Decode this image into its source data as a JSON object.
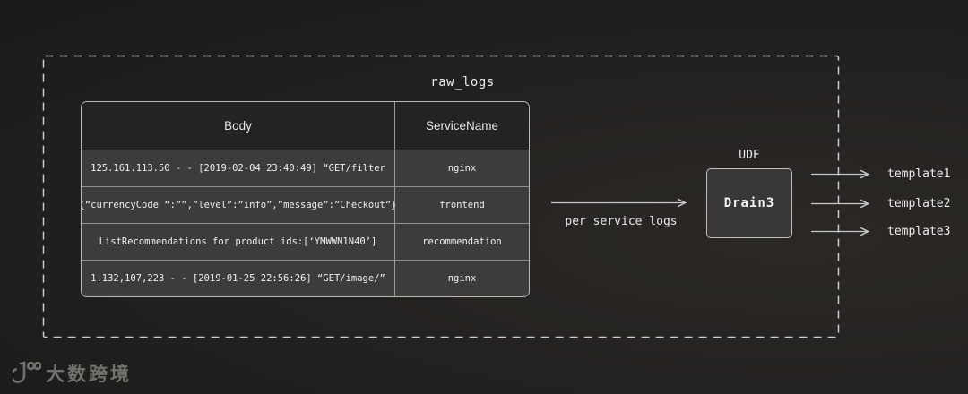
{
  "diagram": {
    "title": "raw_logs",
    "table": {
      "headers": [
        "Body",
        "ServiceName"
      ],
      "rows": [
        {
          "body": "125.161.113.50 - - [2019-02-04 23:40:49] “GET/filter",
          "service": "nginx"
        },
        {
          "body": "{“currencyCode “:””,”level”:”info”,”message”:”Checkout”}",
          "service": "frontend"
        },
        {
          "body": "ListRecommendations for product ids:[‘YMWWN1N40’]",
          "service": "recommendation"
        },
        {
          "body": "1.132,107,223 - - [2019-01-25 22:56:26] “GET/image/”",
          "service": "nginx"
        }
      ]
    },
    "flow": {
      "input_arrow_label": "per service logs",
      "processor_caption": "UDF",
      "processor_label": "Drain3",
      "outputs": [
        "template1",
        "template2",
        "template3"
      ]
    },
    "watermark": {
      "text": "大数跨境"
    }
  },
  "colors": {
    "background_dark": "#1c1a18",
    "background_light": "#2b2824",
    "dashed_border": "#cdcdcd",
    "table_row_bg": "#3d3c3b",
    "table_header_bg": "#242322",
    "table_border": "#b7b7b7",
    "arrow": "#c9c9c9",
    "text": "#f0efee",
    "watermark": "#73716c"
  }
}
